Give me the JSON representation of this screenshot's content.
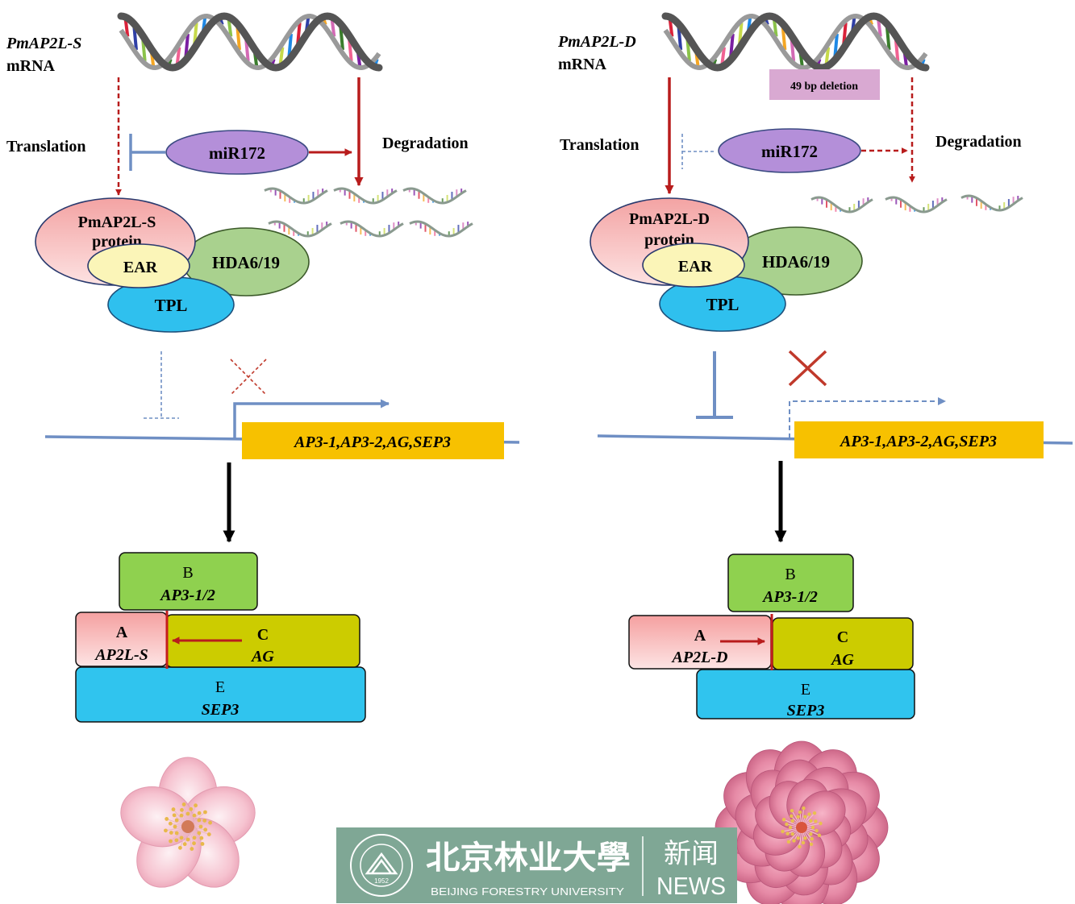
{
  "left": {
    "gene": "PmAP2L-S",
    "mrna": "mRNA",
    "translation": "Translation",
    "degradation": "Degradation",
    "mir": "miR172",
    "protein_line1": "PmAP2L-S",
    "protein_line2": "protein",
    "ear": "EAR",
    "hda": "HDA6/19",
    "tpl": "TPL",
    "target_genes": "AP3-1,AP3-2,AG,SEP3",
    "b_letter": "B",
    "b_gene": "AP3-1/2",
    "a_letter": "A",
    "a_gene": "AP2L-S",
    "c_letter": "C",
    "c_gene": "AG",
    "e_letter": "E",
    "e_gene": "SEP3"
  },
  "right": {
    "gene": "PmAP2L-D",
    "mrna": "mRNA",
    "deletion": "49 bp deletion",
    "translation": "Translation",
    "degradation": "Degradation",
    "mir": "miR172",
    "protein_line1": "PmAP2L-D",
    "protein_line2": "protein",
    "ear": "EAR",
    "hda": "HDA6/19",
    "tpl": "TPL",
    "target_genes": "AP3-1,AP3-2,AG,SEP3",
    "b_letter": "B",
    "b_gene": "AP3-1/2",
    "a_letter": "A",
    "a_gene": "AP2L-D",
    "c_letter": "C",
    "c_gene": "AG",
    "e_letter": "E",
    "e_gene": "SEP3"
  },
  "watermark": {
    "university_cn": "北京林业大學",
    "university_en": "BEIJING FORESTRY UNIVERSITY",
    "news_cn": "新闻",
    "news_en": "NEWS",
    "seal_year": "1952"
  },
  "colors": {
    "dna_backbone": "#6e6e6e",
    "arrow_red": "#b81c1c",
    "inhibit_blue": "#6f8fc4",
    "mir_fill": "#b48fd9",
    "protein_fill": "#f4a5a5",
    "ear_fill": "#fbf5b8",
    "hda_fill": "#a9d18e",
    "tpl_fill": "#2fc0ee",
    "gene_box": "#f7c100",
    "b_box": "#8fd14f",
    "c_box": "#cccc00",
    "e_box": "#30c4ee",
    "deletion_box": "#d9a9d2",
    "watermark_green": "#7fa795"
  }
}
